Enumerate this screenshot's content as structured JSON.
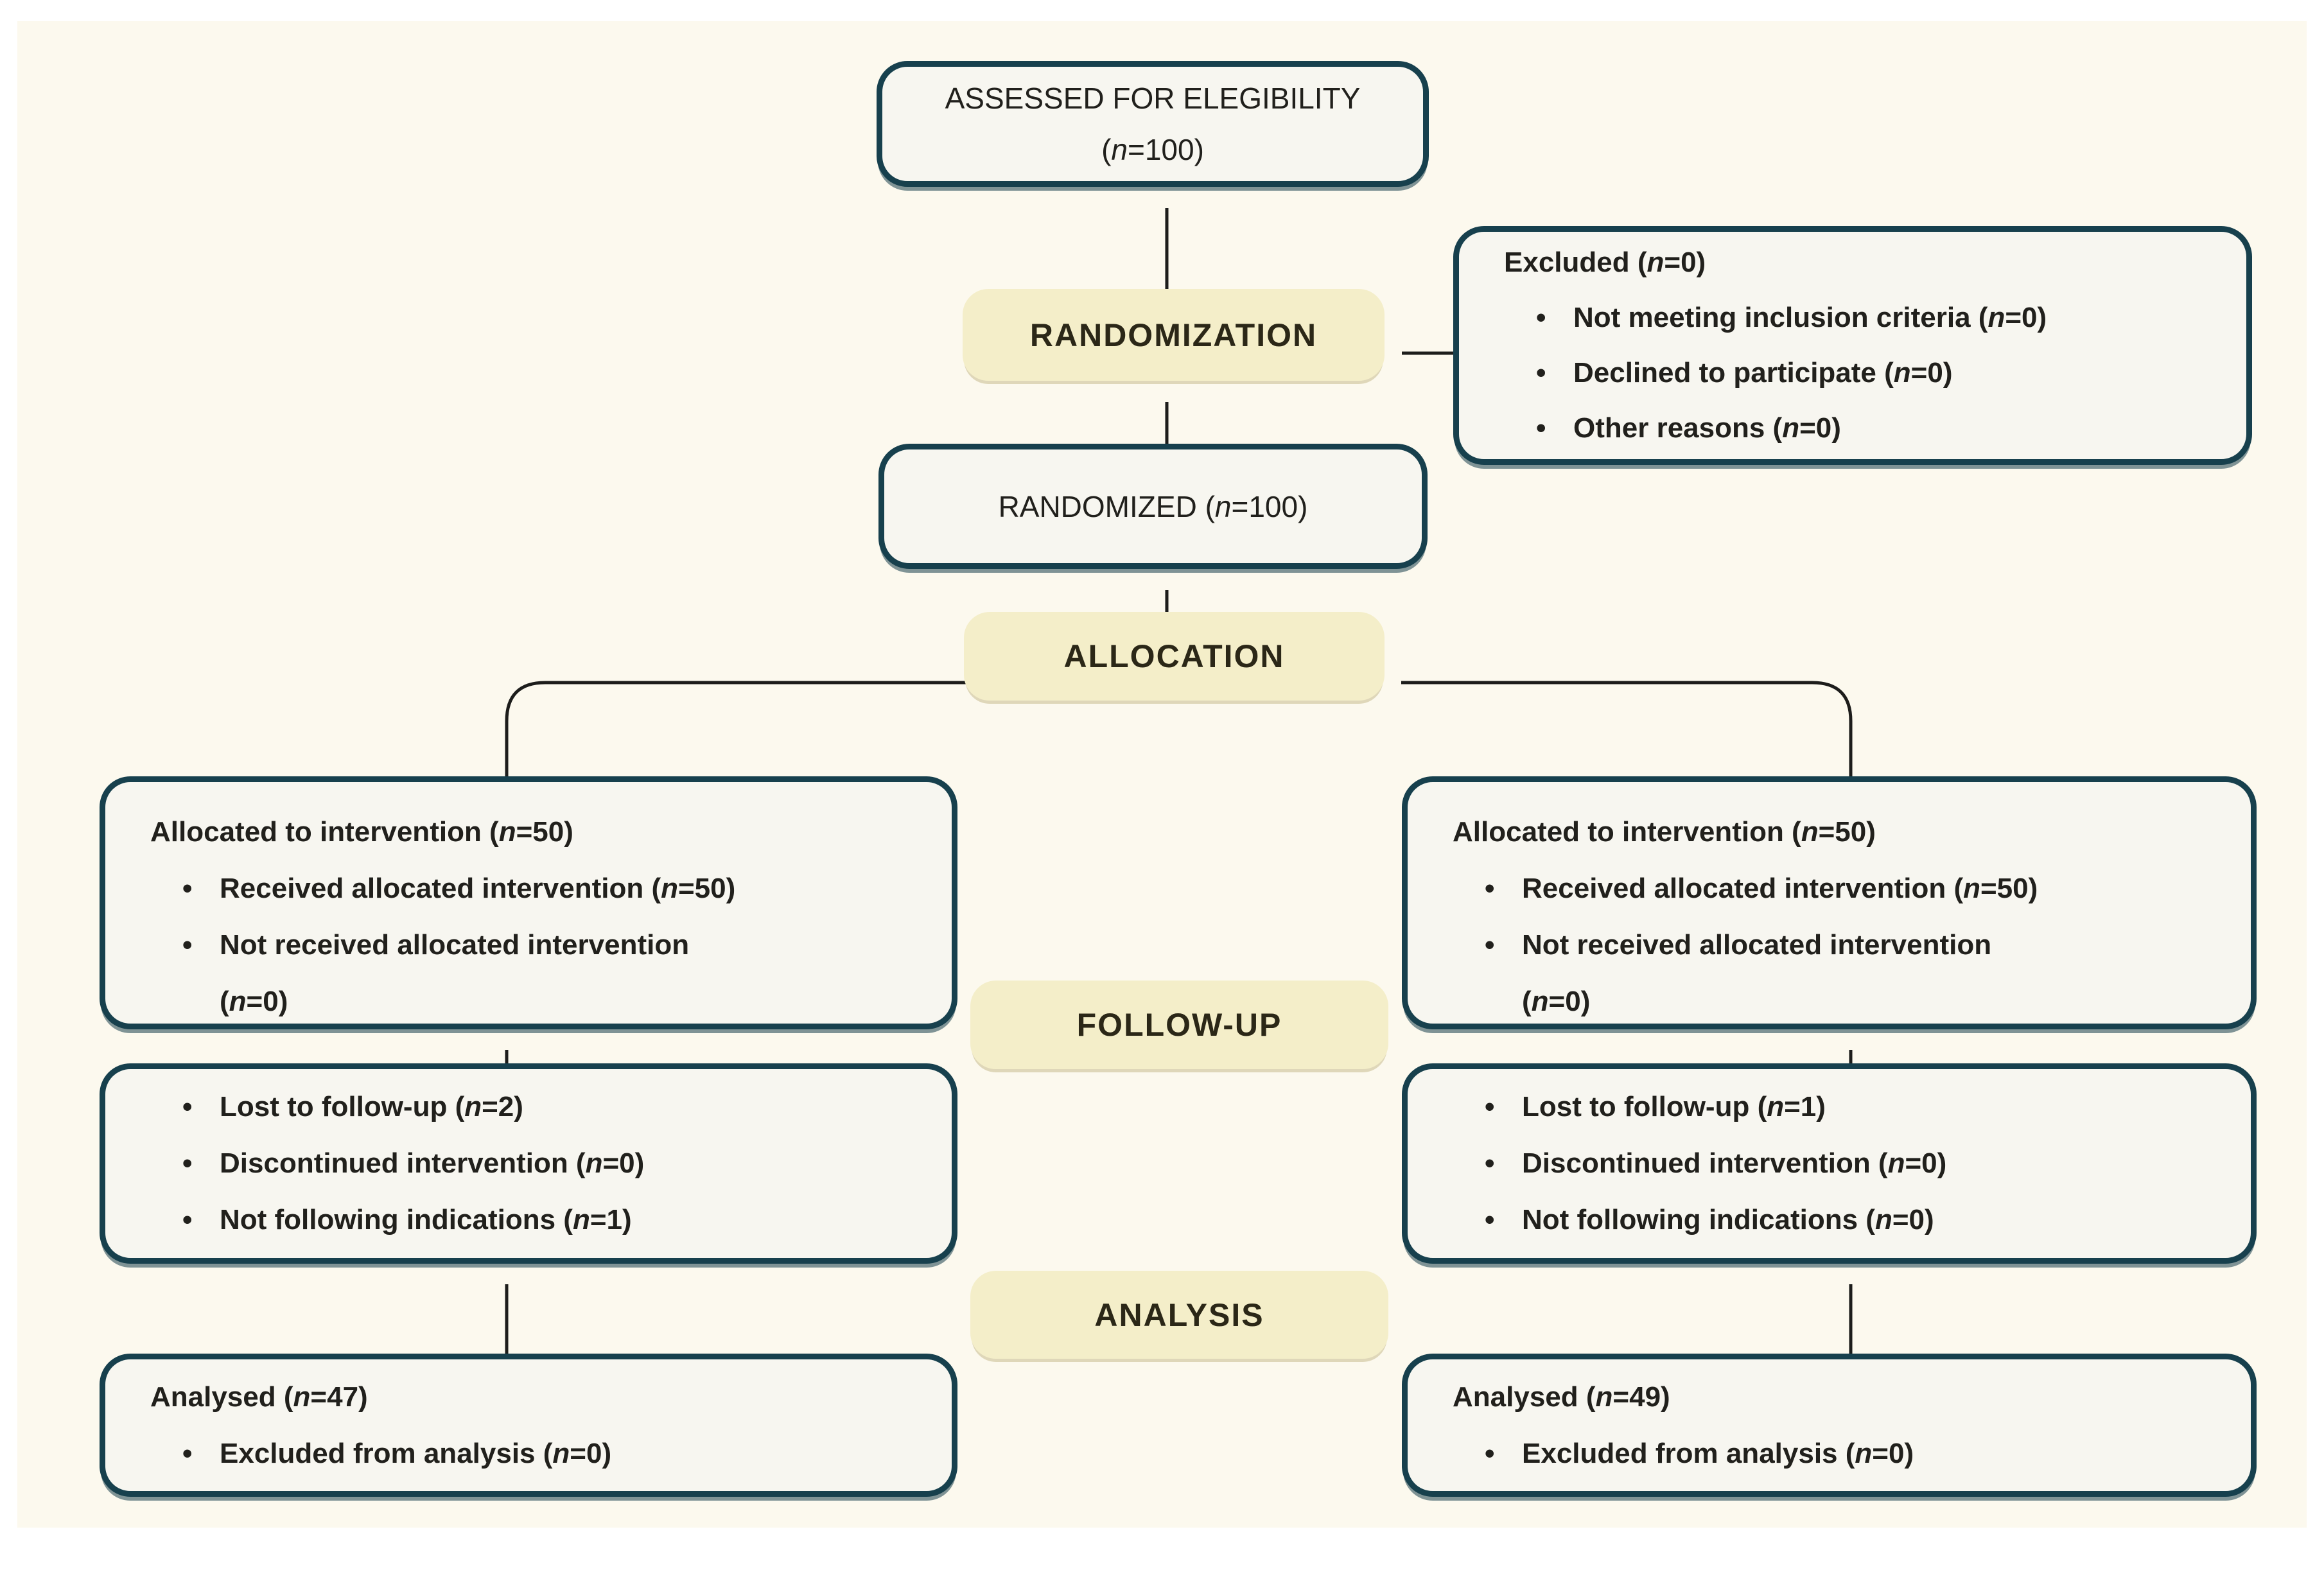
{
  "diagram": {
    "title_note": "CONSORT participant flow diagram",
    "labels": {
      "randomization": "RANDOMIZATION",
      "allocation": "ALLOCATION",
      "followup": "FOLLOW-UP",
      "analysis": "ANALYSIS"
    },
    "boxes": {
      "assessed": {
        "line1": "ASSESSED FOR ELEGIBILITY",
        "line2": "(n=100)"
      },
      "excluded": {
        "title": "Excluded (n=0)",
        "bullets": [
          "Not meeting inclusion criteria (n=0)",
          "Declined to participate (n=0)",
          "Other reasons (n=0)"
        ]
      },
      "randomized": {
        "text": "RANDOMIZED (n=100)"
      },
      "allocated_left": {
        "title": "Allocated to intervention (n=50)",
        "bullets": [
          "Received allocated intervention (n=50)",
          "Not received allocated intervention\n(n=0)"
        ]
      },
      "allocated_right": {
        "title": "Allocated to intervention (n=50)",
        "bullets": [
          "Received allocated intervention (n=50)",
          "Not received allocated intervention\n(n=0)"
        ]
      },
      "followup_left": {
        "bullets": [
          "Lost to follow-up (n=2)",
          "Discontinued intervention (n=0)",
          "Not following indications (n=1)"
        ]
      },
      "followup_right": {
        "bullets": [
          "Lost to follow-up (n=1)",
          "Discontinued intervention (n=0)",
          "Not following indications (n=0)"
        ]
      },
      "analysed_left": {
        "title": "Analysed (n=47)",
        "bullets": [
          "Excluded from analysis (n=0)"
        ]
      },
      "analysed_right": {
        "title": "Analysed (n=49)",
        "bullets": [
          "Excluded from analysis (n=0)"
        ]
      }
    },
    "colors": {
      "canvas_bg": "#fcf9ee",
      "box_bg": "#f7f6f0",
      "box_border": "#17404d",
      "label_bg": "#f4eec9",
      "label_text": "#2b2717",
      "text": "#21201c",
      "connector": "#1d1d1b"
    }
  }
}
